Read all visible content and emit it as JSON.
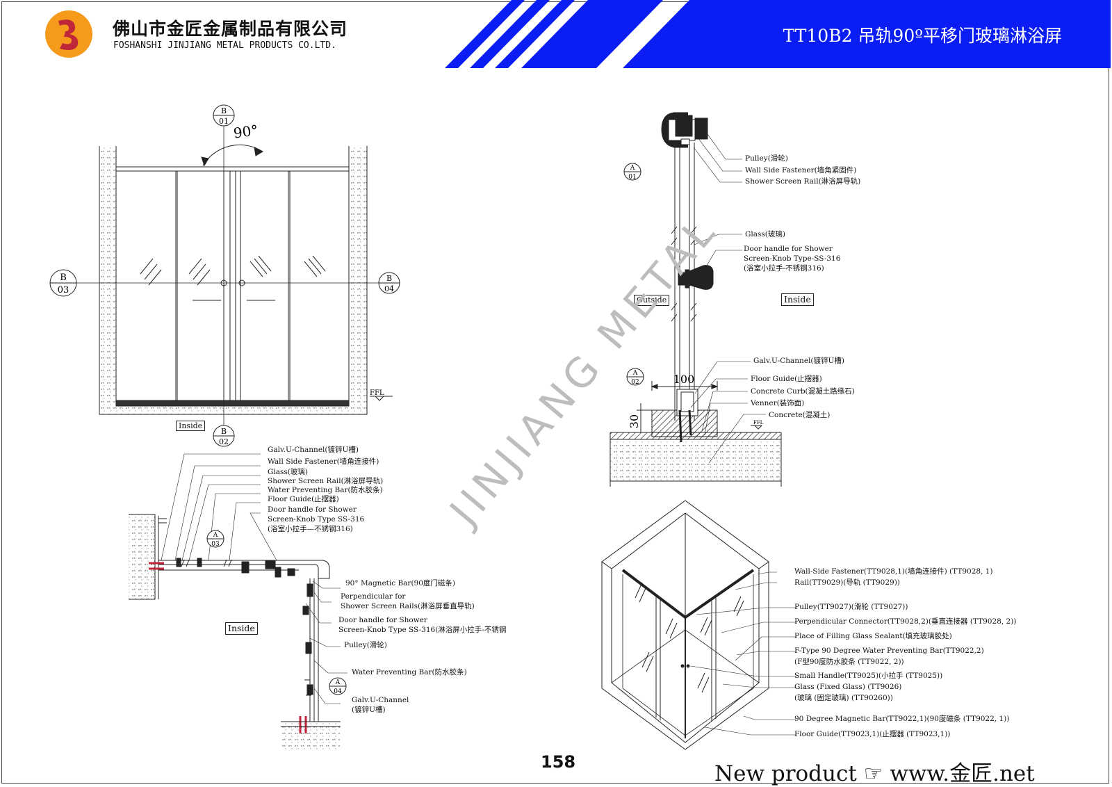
{
  "header": {
    "company_cn": "佛山市金匠金属制品有限公司",
    "company_en": "FOSHANSHI JINJIANG METAL PRODUCTS CO.LTD.",
    "title": "TT10B2 吊轨90º平移门玻璃淋浴屏"
  },
  "colors": {
    "banner": "#0a1df2",
    "logo_orange": "#f59a1a",
    "logo_red": "#c0263a"
  },
  "watermark": "JINJIANG METAL",
  "elevation": {
    "angle_label": "90°",
    "markers": [
      {
        "top": "B",
        "bottom": "01"
      },
      {
        "top": "B",
        "bottom": "02"
      },
      {
        "top": "B",
        "bottom": "03"
      },
      {
        "top": "B",
        "bottom": "04"
      }
    ],
    "ffl": "FFL",
    "inside": "Inside"
  },
  "plan": {
    "marker_a03": {
      "top": "A",
      "bottom": "03"
    },
    "marker_a04": {
      "top": "A",
      "bottom": "04"
    },
    "inside": "Inside",
    "labels_top": [
      "Galv.U-Channel(镀锌U槽)",
      "Wall Side Fastener(墙角连接件)",
      "Glass(玻璃)",
      "Shower Screen Rail(淋浴屏导轨)",
      "Water Preventing Bar(防水胶条)",
      "Floor Guide(止摆器)",
      "Door handle for Shower",
      "Screen-Knob Type SS-316",
      "(浴室小拉手—不锈钢316)"
    ],
    "labels_right": [
      "90° Magnetic Bar(90度门磁条)",
      "Perpendicular for",
      "Shower Screen Rails(淋浴屏垂直导轨)",
      "Door handle for Shower",
      "Screen-Knob Type SS-316(淋浴屏小拉手-不锈钢",
      "Pulley(滑轮)",
      "Water Preventing Bar(防水胶条)",
      "Galv.U-Channel",
      "(镀锌U槽)"
    ]
  },
  "section": {
    "marker_a01": {
      "top": "A",
      "bottom": "01"
    },
    "marker_a02": {
      "top": "A",
      "bottom": "02"
    },
    "outside": "Outside",
    "inside": "Inside",
    "dim_100": "100",
    "dim_30": "30",
    "ffl": "FFL",
    "labels": [
      "Pulley(滑轮)",
      "Wall Side Fastener(墙角紧固件)",
      "Shower Screen Rail(淋浴屏导轨)",
      "Glass(玻璃)",
      "Door handle for Shower",
      "Screen-Knob Type-SS-316",
      "(浴室小拉手-不锈钢316)",
      "Galv.U-Channel(镀锌U槽)",
      "Floor Guide(止摆器)",
      "Concrete Curb(混凝土路缘石)",
      "Venner(装饰面)",
      "Concrete(混凝土)"
    ]
  },
  "iso": {
    "labels": [
      "Wall-Side Fastener(TT9028,1)(墙角连接件) (TT9028, 1)",
      "Rail(TT9029)(导轨 (TT9029))",
      "Pulley(TT9027)(滑轮 (TT9027))",
      "Perpendicular Connector(TT9028,2)(垂直连接器 (TT9028, 2))",
      "Place of Filling Glass Sealant(填充玻璃胶处)",
      "F-Type 90 Degree Water Preventing Bar(TT9022,2)",
      "(F型90度防水胶条 (TT9022, 2))",
      "Small Handle(TT9025)(小拉手 (TT9025))",
      "Glass (Fixed Glass) (TT9026)",
      "(玻璃 (固定玻璃) (TT90260))",
      "90 Degree Magnetic Bar(TT9022,1)(90度磁条 (TT9022, 1))",
      "Floor Guide(TT9023,1)(止摆器 (TT9023,1))"
    ]
  },
  "footer": {
    "page": "158",
    "new_product": "New product ☞ www.金匠.net"
  }
}
